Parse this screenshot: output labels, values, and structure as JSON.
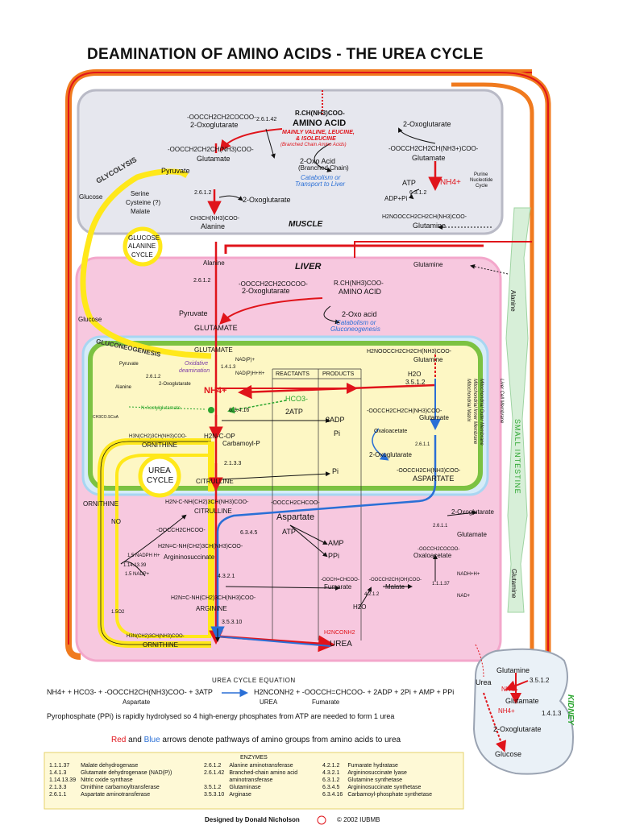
{
  "title": "DEAMINATION OF AMINO ACIDS - THE UREA CYCLE",
  "muscle": {
    "label": "MUSCLE",
    "amino_acid_formula": "R.CH(NH3)COO-",
    "amino_acid": "AMINO ACID",
    "bcaa_note_1": "MAINLY VALINE, LEUCINE,",
    "bcaa_note_2": "& ISOLEUCINE",
    "bcaa_note_3": "(Branched Chain Amino Acids)",
    "oxoglutarate_formula": "-OOCCH2CH2COCOO-",
    "oxoglutarate": "2-Oxoglutarate",
    "ec_2_6_1_42": "2.6.1.42",
    "glutamate_formula": "-OOCCH2CH2CH(NH3)COO-",
    "glutamate": "Glutamate",
    "oxo_acid": "2-Oxo Acid",
    "branched_chain": "(Branched Chain)",
    "catabolism": "Catabolism or",
    "transport_liver": "Transport to Liver",
    "oxoglutarate_right": "2-Oxoglutarate",
    "glutamate_right_formula": "-OOCCH2CH2CH(NH3+)COO-",
    "glutamate_right": "Glutamate",
    "atp": "ATP",
    "nh4": "NH4+",
    "ec_6_3_1_2": "6.3.1.2",
    "adp_pi": "ADP+Pi",
    "purine_1": "Purine",
    "purine_2": "Nucleotide",
    "purine_3": "Cycle",
    "glutamine_formula": "H2NOOCCH2CH2CH(NH3)COO-",
    "glutamine": "Glutamine",
    "glycolysis": "GLYCOLYSIS",
    "pyruvate": "Pyruvate",
    "glucose": "Glucose",
    "serine": "Serine",
    "cysteine": "Cysteine (?)",
    "malate": "Malate",
    "ec_2_6_1_2": "2.6.1.2",
    "oxoglutarate_mid": "2-Oxoglutarate",
    "alanine_formula": "CH3CH(NH3)COO-",
    "alanine": "Alanine"
  },
  "gac": {
    "l1": "GLUCOSE",
    "l2": "ALANINE",
    "l3": "CYCLE"
  },
  "liver": {
    "label": "LIVER",
    "alanine": "Alanine",
    "ec_2_6_1_2": "2.6.1.2",
    "oxoglutarate_formula": "-OOCCH2CH2COCOO-",
    "oxoglutarate": "2-Oxoglutarate",
    "amino_acid_formula": "R.CH(NH3)COO-",
    "amino_acid": "AMINO ACID",
    "oxo_acid": "2-Oxo acid",
    "catabolism": "Catabolism or",
    "gluconeogenesis_note": "Gluconeogenesis",
    "pyruvate": "Pyruvate",
    "glucose": "Glucose",
    "glutamate": "GLUTAMATE",
    "gluconeogenesis": "GLUCONEOGENESIS",
    "glutamine": "Glutamine",
    "liver_membrane": "Liver Cell Membrane"
  },
  "mito": {
    "glutamate": "GLUTAMATE",
    "nad": "NAD(P)+",
    "ec_1_4_1_3": "1.4.1.3",
    "nadh": "NAD(P)H+H+",
    "oxidative": "Oxidative",
    "deamination": "deamination",
    "nh4": "NH4+",
    "pyruvate": "Pyruvate",
    "ec_2_6_1_2": "2.6.1.2",
    "alanine": "Alanine",
    "oxoglutarate": "2-Oxoglutarate",
    "acetyl": "N-Acetylglutamate",
    "acetylcoa": "CH3CO.SCoA",
    "ec_6_3_4_16": "6.3.4.16",
    "hco3": "HCO3-",
    "atp2": "2ATP",
    "adp2": "2ADP",
    "pi": "Pi",
    "reactants": "REACTANTS",
    "products": "PRODUCTS",
    "carbamoyl_formula": "H2N-C-OP",
    "carbamoyl": "Carbamoyl-P",
    "ornithine_formula": "H3N(CH2)3CH(NH3)COO-",
    "ornithine": "ORNITHINE",
    "ec_2_1_3_3": "2.1.3.3",
    "pi2": "Pi",
    "citrulline": "CITRULLINE",
    "glutamine_formula": "H2NOOCCH2CH2CH(NH3)COO-",
    "glutamine": "Glutamine",
    "h2o": "H2O",
    "ec_3_5_1_2": "3.5.1.2",
    "glutamate_formula": "-OOCCH2CH2CH(NH3)COO-",
    "glutamate2": "Glutamate",
    "oxaloacetate": "Oxaloacetate",
    "ec_2_6_1_1": "2.6.1.1",
    "oxoglutarate2": "2-Oxoglutarate",
    "aspartate_formula": "-OOCCH2CH(NH3)COO-",
    "aspartate": "ASPARTATE",
    "outer_membrane": "Mitochondrial Outer Membrane",
    "inner_membrane": "Mitochondrial Inner Membrane",
    "matrix": "Mitochondrial Matrix"
  },
  "urea_cycle": {
    "label1": "UREA",
    "label2": "CYCLE",
    "ornithine": "ORNITHINE",
    "no": "NO",
    "nadph": "1.5 NADPH H+",
    "ec_1_14_13_39": "1.14.13.39",
    "nadp": "1.5 NADP+",
    "o2": "1.5O2",
    "citrulline_formula": "H2N-C-NH(CH2)3CH(NH3)COO-",
    "citrulline": "CITRULLINE",
    "aspartate_formula": "-OOCCH2CHCOO-",
    "aspartate": "Aspartate",
    "atp": "ATP",
    "ec_6_3_4_5": "6.3.4.5",
    "amp": "AMP",
    "ppi": "PPi",
    "argsucc_formula": "H2N=C-NH(CH2)3CH(NH3)COO-",
    "argsucc": "Argininosuccinate",
    "ec_4_3_2_1": "4.3.2.1",
    "fumarate_formula": "-OOCH=CHCOO-",
    "fumarate": "Fumarate",
    "arginine_formula": "H2N=C-NH(CH2)3CH(NH3)COO-",
    "arginine": "ARGININE",
    "ec_3_5_3_10": "3.5.3.10",
    "h2o": "H2O",
    "urea_formula": "H2NCONH2",
    "urea": "UREA",
    "ornithine2": "ORNITHINE",
    "ornithine2_formula": "H3N(CH2)3CH(NH3)COO-",
    "ec_4_2_1_2": "4.2.1.2",
    "malate_formula": "-OOCCH2CH(OH)COO-",
    "malate": "Malate",
    "ec_1_1_1_37": "1.1.1.37",
    "nadhh": "NADH+H+",
    "nad": "NAD+",
    "oxaloacetate_formula": "-OOCCH2COCOO-",
    "oxaloacetate": "Oxaloacetate",
    "glutamate": "Glutamate",
    "ec_2_6_1_1": "2.6.1.1",
    "oxoglutarate": "2-Oxoglutarate"
  },
  "intestine": {
    "label": "SMALL INTESTINE",
    "alanine": "Alanine",
    "glutamine": "Glutamine"
  },
  "kidney": {
    "label": "KIDNEY",
    "glutamine": "Glutamine",
    "urea": "Urea",
    "ec_3_5_1_2": "3.5.1.2",
    "nh4a": "NH4+",
    "glutamate": "Glutamate",
    "nh4b": "NH4+",
    "ec_1_4_1_3": "1.4.1.3",
    "oxoglutarate": "2-Oxoglutarate",
    "glucose": "Glucose"
  },
  "equation": {
    "heading": "UREA CYCLE EQUATION",
    "part1": "NH4+ + HCO3- + -OOCCH2CH(NH3)COO- + 3ATP",
    "part2": "H2NCONH2 + -OOCCH=CHCOO- + 2ADP + 2Pi + AMP + PPi",
    "aspartate": "Aspartate",
    "urea": "UREA",
    "fumarate": "Fumarate",
    "ppi_note": "Pyrophosphate (PPi) is rapidly hydrolysed so 4 high-energy phosphates from ATP are needed to form 1 urea"
  },
  "legend": {
    "red": "Red",
    "and": "and",
    "blue": "Blue",
    "rest": "arrows denote pathways of amino groups from amino acids to urea"
  },
  "enzymes": {
    "heading": "ENZYMES",
    "col1": [
      [
        "1.1.1.37",
        "Malate dehydrogenase"
      ],
      [
        "1.4.1.3",
        "Glutamate dehydrogenase (NAD(P))"
      ],
      [
        "1.14.13.39",
        "Nitric oxide synthase"
      ],
      [
        "2.1.3.3",
        "Ornithine carbamoyltransferase"
      ],
      [
        "2.6.1.1",
        "Aspartate aminotransferase"
      ]
    ],
    "col2": [
      [
        "2.6.1.2",
        "Alanine aminotransferase"
      ],
      [
        "2.6.1.42",
        "Branched-chain amino acid"
      ],
      [
        "",
        "aminotransferase"
      ],
      [
        "3.5.1.2",
        "Glutaminase"
      ],
      [
        "3.5.3.10",
        "Arginase"
      ]
    ],
    "col3": [
      [
        "4.2.1.2",
        "Fumarate hydratase"
      ],
      [
        "4.3.2.1",
        "Argininosuccinate lyase"
      ],
      [
        "6.3.1.2",
        "Glutamine synthetase"
      ],
      [
        "6.3.4.5",
        "Argininosuccinate synthetase"
      ],
      [
        "6.3.4.16",
        "Carbamoyl-phosphate synthetase"
      ]
    ]
  },
  "footer": {
    "designer": "Designed by Donald Nicholson",
    "copyright": "© 2002 IUBMB"
  },
  "colors": {
    "red": "#e0141b",
    "orange": "#f07a1e",
    "yellow": "#ffe81a",
    "blue": "#2a6fd6",
    "green": "#7cc242",
    "pink": "#f7c8df",
    "grey": "#e6e7ee"
  }
}
